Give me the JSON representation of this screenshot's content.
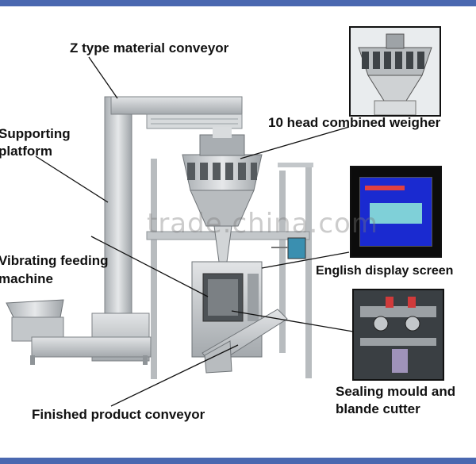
{
  "labels": {
    "z_conveyor": "Z type material conveyor",
    "supporting_line1": "Supporting",
    "supporting_line2": "platform",
    "weigher": "10 head combined weigher",
    "vibrating_line1": "Vibrating feeding",
    "vibrating_line2": "machine",
    "display": "English display screen",
    "sealing_line1": "Sealing mould and",
    "sealing_line2": "blande cutter",
    "finished": "Finished product conveyor"
  },
  "watermark": "trade.china.com",
  "colors": {
    "band": "#4a68b0",
    "screen_bg": "#1a2ad0",
    "screen_panel": "#7fd0d8",
    "screen_header": "#e04040",
    "steel": "#c9cccf",
    "steel_dark": "#8f9498"
  }
}
